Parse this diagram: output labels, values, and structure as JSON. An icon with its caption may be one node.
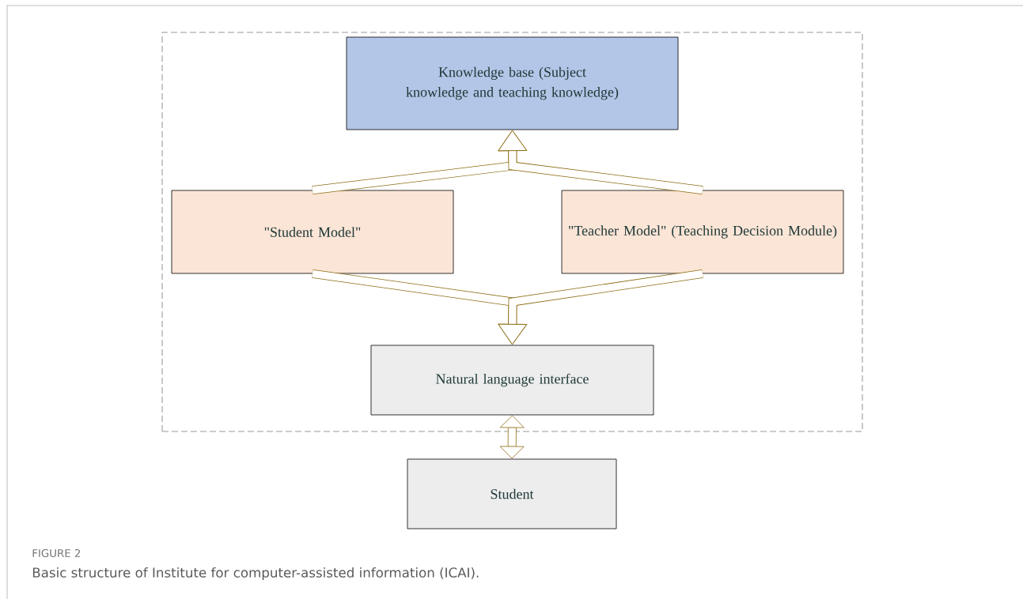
{
  "diagram": {
    "title": "FIGURE 2",
    "caption": "Basic structure of Institute for computer-assisted information (ICAI).",
    "nodes": [
      {
        "text": [],
        "shape": "box"
      },
      {
        "text": [
          "Knowledge base (Subject knowledge and teaching knowledge)"
        ],
        "in": 0
      },
      {
        "text": [
          "\"Student Model\""
        ],
        "in": 0
      },
      {
        "text": [
          "\"Teacher Model\" (Teaching Decision Module)"
        ],
        "in": 0
      },
      {
        "text": [
          "Natural language interface"
        ],
        "in": 0
      },
      {
        "text": [
          "Student"
        ]
      }
    ],
    "edges": [
      {
        "from": 2,
        "to": 1,
        "arrow": "to"
      },
      {
        "from": 3,
        "to": 1,
        "arrow": "to"
      },
      {
        "from": 2,
        "to": 4,
        "arrow": "to"
      },
      {
        "from": 3,
        "to": 4,
        "arrow": "to"
      },
      {
        "from": 4,
        "to": 5,
        "arrow": "both"
      }
    ]
  }
}
